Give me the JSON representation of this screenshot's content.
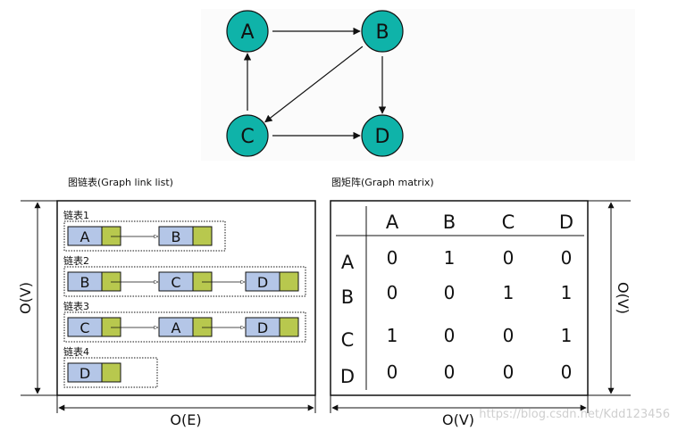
{
  "graph": {
    "nodes": [
      "A",
      "B",
      "C",
      "D"
    ],
    "edges": [
      [
        "A",
        "B"
      ],
      [
        "B",
        "C"
      ],
      [
        "B",
        "D"
      ],
      [
        "C",
        "A"
      ],
      [
        "C",
        "D"
      ]
    ],
    "colors": {
      "node_fill": "#0fb3a9",
      "node_stroke": "#111111"
    }
  },
  "link_list": {
    "caption": "图链表(Graph link list)",
    "lists": [
      {
        "label": "链表1",
        "nodes": [
          "A",
          "B"
        ]
      },
      {
        "label": "链表2",
        "nodes": [
          "B",
          "C",
          "D"
        ]
      },
      {
        "label": "链表3",
        "nodes": [
          "C",
          "A",
          "D"
        ]
      },
      {
        "label": "链表4",
        "nodes": [
          "D"
        ]
      }
    ],
    "vertical_label": "O(V)",
    "horizontal_label": "O(E)",
    "colors": {
      "data_cell": "#b4c6e7",
      "pointer_cell": "#b8c84e"
    }
  },
  "matrix": {
    "caption": "图矩阵(Graph matrix)",
    "columns": [
      "A",
      "B",
      "C",
      "D"
    ],
    "rows": [
      {
        "label": "A",
        "values": [
          0,
          1,
          0,
          0
        ]
      },
      {
        "label": "B",
        "values": [
          0,
          0,
          1,
          1
        ]
      },
      {
        "label": "C",
        "values": [
          1,
          0,
          0,
          1
        ]
      },
      {
        "label": "D",
        "values": [
          0,
          0,
          0,
          0
        ]
      }
    ],
    "vertical_label": "O(V)",
    "horizontal_label": "O(V)"
  },
  "watermark": "https://blog.csdn.net/Kdd123456"
}
